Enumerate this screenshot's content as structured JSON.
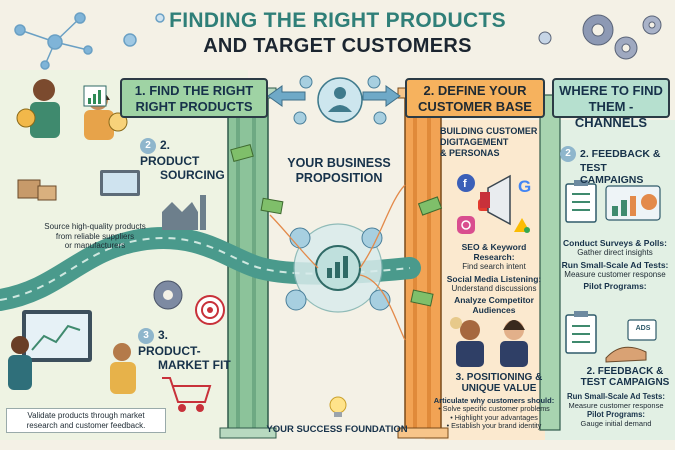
{
  "title": {
    "line1": "FINDING THE RIGHT PRODUCTS",
    "line2": "AND TARGET CUSTOMERS"
  },
  "left": {
    "banner": [
      "1. FIND THE RIGHT",
      "RIGHT PRODUCTS"
    ],
    "sourcing": {
      "label": [
        "PRODUCT",
        "SOURCING"
      ],
      "number": "2.",
      "caption": [
        "Source high-quality products",
        "from reliable suppliers",
        "or manufacturers"
      ]
    },
    "fit": {
      "label": [
        "3. PRODUCT-",
        "MARKET FIT"
      ],
      "caption": [
        "Validate products through market",
        "research and customer feedback."
      ]
    }
  },
  "center": {
    "proposition": [
      "YOUR BUSINESS",
      "PROPOSITION"
    ],
    "foundation": "YOUR SUCCESS FOUNDATION"
  },
  "middle_right": {
    "banner": [
      "2. DEFINE YOUR",
      "CUSTOMER BASE"
    ],
    "heading": [
      "BUILDING CUSTOMER",
      "DIGITAGEMENT",
      "& PERSONAS"
    ],
    "items": [
      {
        "title": "SEO & Keyword Research:",
        "desc": "Find search intent"
      },
      {
        "title": "Social Media Listening:",
        "desc": "Understand discussions"
      },
      {
        "title": "Analyze Competitor Audiences",
        "desc": ""
      }
    ],
    "positioning": {
      "label": [
        "3. POSITIONING &",
        "UNIQUE VALUE"
      ],
      "intro": "Articulate why customers should:",
      "bullets": [
        "• Solve specific customer problems",
        "• Highlight your advantages",
        "• Establish your brand identity"
      ]
    }
  },
  "right": {
    "banner": [
      "WHERE TO FIND",
      "THEM - CHANNELS"
    ],
    "feedback_top": {
      "label": [
        "2. FEEDBACK &",
        "TEST CAMPAIGNS"
      ],
      "items": [
        {
          "title": "Conduct Surveys & Polls:",
          "desc": "Gather direct insights"
        },
        {
          "title": "Run Small-Scale Ad Tests:",
          "desc": "Measure customer response"
        },
        {
          "title": "Pilot Programs:",
          "desc": ""
        }
      ]
    },
    "feedback_bottom": {
      "label": [
        "2. FEEDBACK &",
        "TEST CAMPAIGNS"
      ],
      "items": [
        {
          "title": "Run Small-Scale Ad Tests:",
          "desc": "Measure customer response"
        },
        {
          "title": "Pilot Programs:",
          "desc": "Gauge initial demand"
        }
      ],
      "ads_tag": "ADS"
    }
  },
  "colors": {
    "green_banner": "#9fd3a4",
    "orange_banner": "#f6b25e",
    "teal_banner": "#b6e0cf",
    "road": "#4a9a8c",
    "title_teal": "#2f7f78",
    "orange_pillar": "#f2a354",
    "green_pillar": "#8cc39a"
  }
}
